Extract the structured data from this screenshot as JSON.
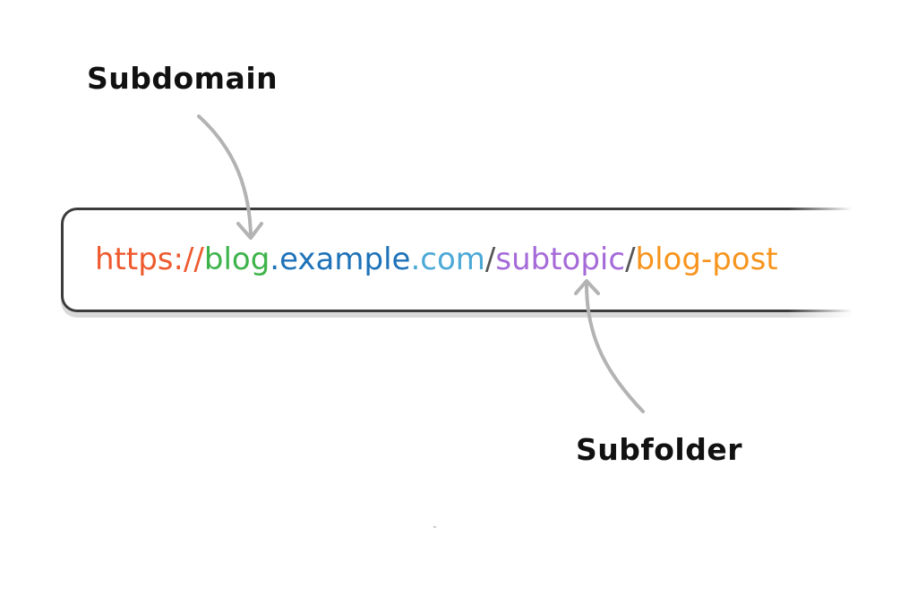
{
  "callouts": {
    "subdomain": "Subdomain",
    "subfolder": "Subfolder"
  },
  "url": {
    "scheme": "https://",
    "subdomain": "blog",
    "dot1": ".",
    "domain": "example",
    "dot2": ".",
    "tld": "com",
    "slash1": "/",
    "subfolder": "subtopic",
    "slash2": "/",
    "page": "blog-post"
  },
  "colors": {
    "scheme": "#ee5a2e",
    "subdomain": "#3db34a",
    "domain": "#1d72b8",
    "tld": "#4ca9d7",
    "separator": "#555555",
    "subfolder": "#a56ad8",
    "page": "#f7941d",
    "arrow": "#b3b3b3"
  }
}
